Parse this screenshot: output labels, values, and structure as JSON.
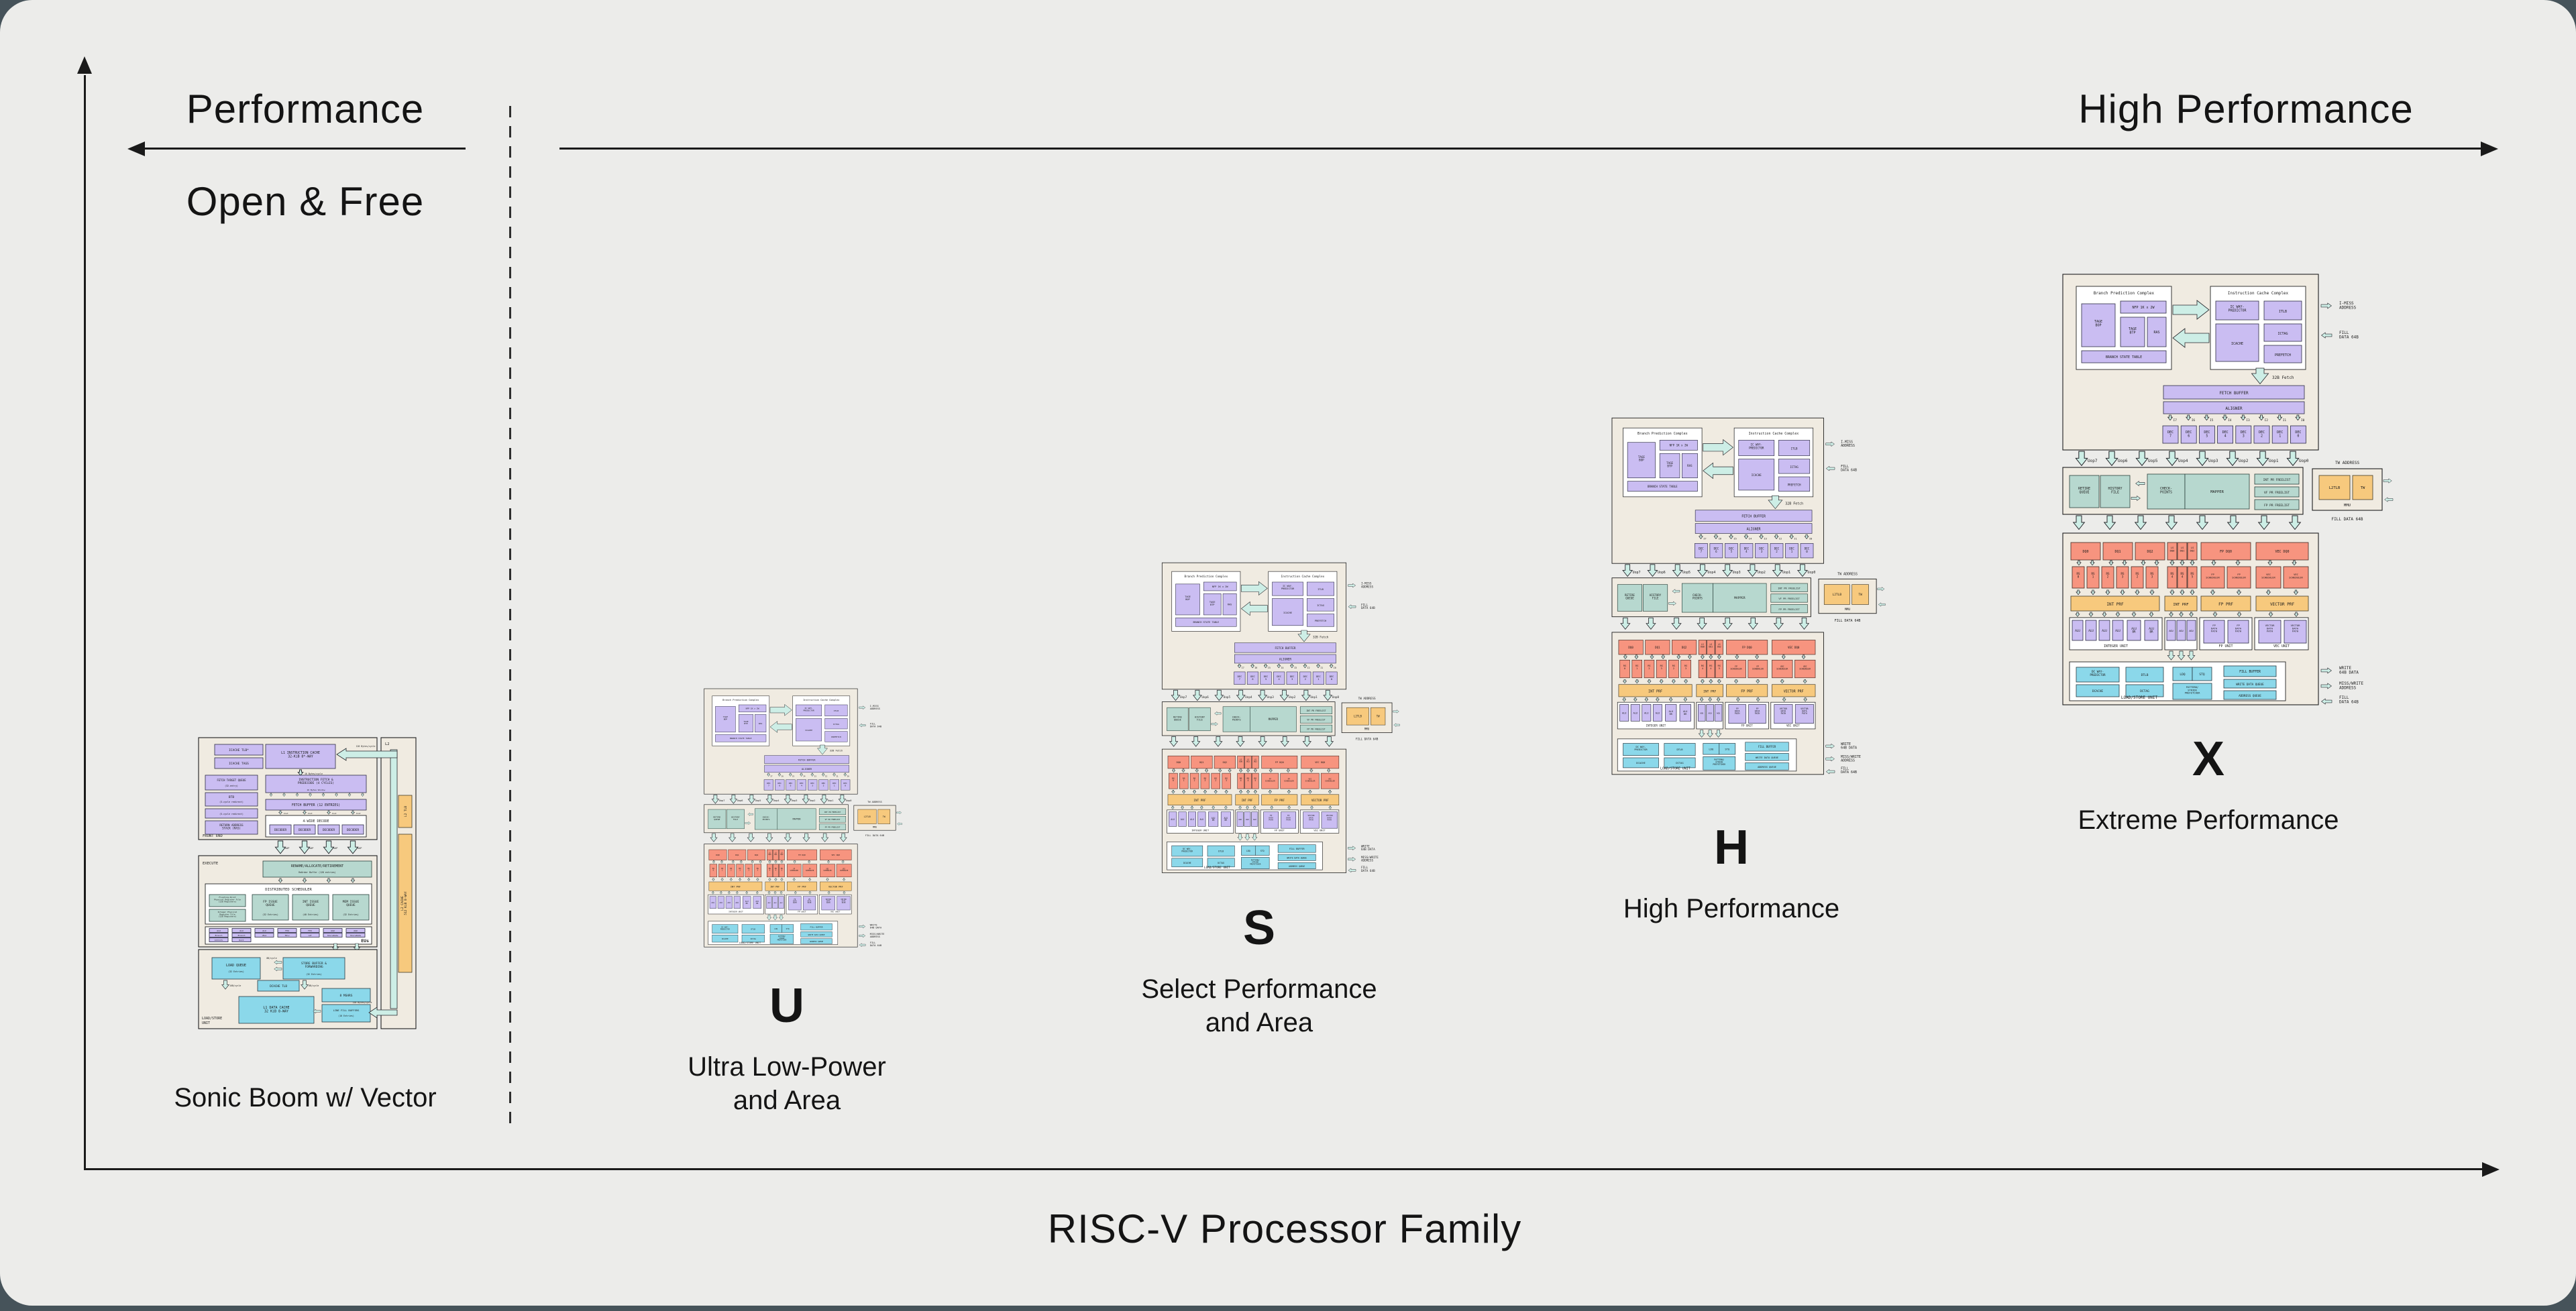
{
  "headings": {
    "left_title": "Performance",
    "left_subtitle": "Open & Free",
    "right_title": "High Performance",
    "bottom_title": "RISC-V Processor Family"
  },
  "colors": {
    "surface": "#ececea",
    "frame": "#46535a",
    "diagram_bg": "#f0ebe1",
    "purple": "#cabdf2",
    "teal": "#b7d8cf",
    "salmon": "#f7947f",
    "orange": "#f7c97d",
    "cyan": "#8bd8ea",
    "mint_arrow": "#cdeee6",
    "text": "#141414"
  },
  "processors": [
    {
      "key": "sonic",
      "letter": "",
      "tagline": [
        "Sonic Boom w/ Vector"
      ]
    },
    {
      "key": "u",
      "letter": "U",
      "tagline": [
        "Ultra Low-Power",
        "and Area"
      ]
    },
    {
      "key": "s",
      "letter": "S",
      "tagline": [
        "Select Performance",
        "and Area"
      ]
    },
    {
      "key": "h",
      "letter": "H",
      "tagline": [
        "High Performance"
      ]
    },
    {
      "key": "x",
      "letter": "X",
      "tagline": [
        "Extreme Performance"
      ]
    }
  ],
  "core": {
    "bpc_title": "Branch Prediction Complex",
    "tage_bop": "TAGE\nBOP",
    "nfp": "NFP 1K x 2W",
    "tage_btp": "TAGE\nBTP",
    "ras": "RAS",
    "bst": "BRANCH STATE TABLE",
    "icc_title": "Instruction Cache Complex",
    "ic_wp": "IC WAY-\nPREDICTOR",
    "itlb": "ITLB",
    "icache": "ICACHE",
    "ictag": "ICTAG",
    "prefetch": "PREFETCH",
    "i_miss": "I-MISS\nADDRESS",
    "fill64": "FILL\nDATA 64B",
    "fetch32": "32B Fetch",
    "fetch_buffer": "FETCH BUFFER",
    "aligner": "ALIGNER",
    "lanes": [
      "I7",
      "I6",
      "I5",
      "I4",
      "I3",
      "I2",
      "I1",
      "I0"
    ],
    "dec": [
      "DEC\n7",
      "DEC\n6",
      "DEC\n5",
      "DEC\n4",
      "DEC\n3",
      "DEC\n2",
      "DEC\n1",
      "DEC\n0"
    ],
    "uops": [
      "Uop7",
      "Uop6",
      "Uop5",
      "Uop4",
      "Uop3",
      "Uop2",
      "Uop1",
      "Uop0"
    ],
    "retire_queue": "RETIRE\nQUEUE",
    "history_file": "HISTORY\nFILE",
    "checkpoints": "CHECK-\nPOINTS",
    "mapper": "MAPPER",
    "freelists": [
      "INT PR FREELIST",
      "VF PR FREELIST",
      "FP PR FREELIST"
    ],
    "tw_address": "TW ADDRESS",
    "l2tlb": "L2TLB",
    "tw": "TW",
    "mmu": "MMU",
    "fill64b": "FILL DATA 64B",
    "dqs": [
      "DQ0",
      "DQ1",
      "DQ2"
    ],
    "ls_dqs": [
      "LS\nDQ0",
      "LS\nDQ1",
      "LS\nDQ2"
    ],
    "fp_dq": "FP DQ0",
    "vec_dq": "VEC DQ0",
    "int_rs": [
      "RS\n0",
      "RS\n1",
      "RS\n2",
      "RS\n3",
      "RS\n2",
      "RS\n3"
    ],
    "ls_rs": [
      "RS\n4",
      "RS\n4",
      "RS\n5"
    ],
    "fp_sched": "FP\nSCHEDULER",
    "vec_sched": "VEC\nSCHEDULER",
    "int_prf": "INT PRF",
    "fp_prf": "FP PRF",
    "vec_prf": "VECTOR PRF",
    "alu": "ALU",
    "alu_br": "ALU\nBR",
    "agu": "AGU",
    "fp_dp": "FP\nDATA\nPATH",
    "vec_dp": "VECTOR\nDATA\nPATH",
    "integer_unit": "INTEGER UNIT",
    "fp_unit": "FP UNIT",
    "vec_unit": "VEC UNIT",
    "dc_wp": "DC WAY-\nPREDICTOR",
    "dcache": "DCACHE",
    "dtlb": "DTLB",
    "dctag": "DCTAG",
    "ldq": "LDQ",
    "stq": "STQ",
    "prefetcher": "PATTERN/\nSTRIDE\nPREFETCHER",
    "fill_buffer": "FILL BUFFER",
    "wdq": "WRITE DATA QUEUE",
    "adq": "ADDRESS QUEUE",
    "lsu": "LOAD/STORE UNIT",
    "write64": "WRITE\n64B DATA",
    "miss_write": "MISS/WRITE\nADDRESS",
    "fill64c": "FILL\nDATA 64B"
  },
  "sonic": {
    "l2_title": "L2",
    "front_end": "FRONT END",
    "icache_tlb": "ICACHE TLB*",
    "icache_tags": "ICACHE TAGS",
    "l1i": "L1 INSTRUCTION CACHE\n32-KiB 8*-WAY",
    "bytes128": "128 Bytes/cycle",
    "bytes16": "16 Bytes/cycle",
    "ftq": "FETCH TARGET QUEUE",
    "ftq_sub": "(32-entry)",
    "btb": "BTB",
    "btb_sub": "(3-cycle redirect)",
    "redirect5": "(5-cycle redirect)",
    "ras": "RETURN ADDRESS\nSTACK (RAS)",
    "fetch_predecode": "INSTRUCTION FETCH &\nPREDECODE (4 CYCLES)",
    "window16": "16 Bytes Window",
    "fetch_buffer": "FETCH BUFFER (12 ENTRIES)",
    "wide_decode": "4-WIDE DECODE",
    "decoder": "DECODER",
    "uop": "uOP",
    "inst": "Inst",
    "execute": "EXECUTE",
    "rename": "RENAME/ALLOCATE/RETIREMENT",
    "rob": "ReOrder Buffer (128 entries)",
    "sched_title": "DISTRIBUTED SCHEDULER",
    "fp_regfile": "Floating-Point\nPhysical Register File\n(128 Registers)",
    "int_regfile": "Integer Physical\nRegister File\n(128 Registers)",
    "fp_iq": "FP ISSUE\nQUEUE",
    "fp_iq_sub": "(32 Entries)",
    "int_iq": "INT ISSUE\nQUEUE",
    "int_iq_sub": "(40 Entries)",
    "mem_iq": "MEM ISSUE\nQUEUE",
    "mem_iq_sub": "(32 Entries)",
    "eus": "EUs",
    "eu_cols": [
      [
        "ALU",
        "Branch",
        "CmtInfo"
      ],
      [
        "ALU",
        "Branch",
        "RoCC"
      ],
      [
        "ALU",
        "iMul"
      ],
      [
        "FPU",
        "fDiv"
      ],
      [
        "FPU",
        "i2f"
      ],
      [
        "AGU",
        "StoreData"
      ],
      [
        "AGU",
        "StoreData"
      ]
    ],
    "lsu_line1": "LOAD/STORE",
    "lsu_line2": "UNIT",
    "load_queue": "LOAD QUEUE",
    "load_queue_sub": "(32 Entries)",
    "store_buffer": "STORE BUFFER &\nFORWARDING",
    "store_buffer_sub": "(32 Entries)",
    "cyc8": "8B/cycle",
    "cyc16": "16B/cycle",
    "dcache_tlb": "DCACHE TLB",
    "l1d": "L1 DATA CACHE\n32 KiB 8-WAY",
    "mshrs": "8 MSHRS",
    "lfb": "LINE FILL BUFFERS",
    "lfb_sub": "(10 Entries)",
    "l2_tlb": "L2 TLB",
    "l2_cache": "L2 CACHE\n512 KiB 8-WAY"
  }
}
